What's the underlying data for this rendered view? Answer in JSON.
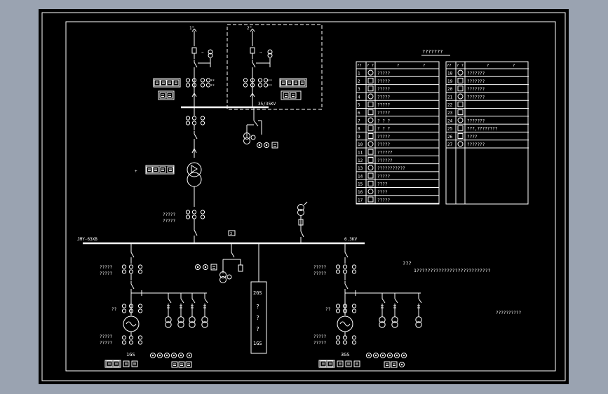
{
  "colors": {
    "background": "#9aa3b1",
    "sheet": "#000000",
    "line": "#ffffff"
  },
  "labels": {
    "feeder_left_top": "1\"",
    "feeder_right_top": "2\"",
    "bus_35kv": "35/35KV",
    "bus_6kv_left": "JMY-63XB",
    "bus_6kv_right": "6.3KV",
    "bus_marker": "3",
    "ct_left_a": "?????",
    "ct_left_b": "?????",
    "ct_mid_a": "?????",
    "ct_mid_b": "?????",
    "ct_right_a": "?????",
    "ct_right_b": "?????",
    "gen_left_a": "?????",
    "gen_left_b": "?????",
    "gen_right_a": "?????",
    "gen_right_b": "?????",
    "gen_left_tag": "??",
    "gen_right_tag": "??",
    "gen_left_name": "1GS",
    "gen_right_name": "3GS",
    "cabinet_top": "2GS",
    "cabinet_q1": "?",
    "cabinet_q2": "?",
    "cabinet_q3": "?",
    "cabinet_bottom": "1GS",
    "note_title": "???",
    "note_text": "1???????????????????????????",
    "note_bottom": "??????????"
  },
  "legend": {
    "title": "???????",
    "header_left": [
      "??",
      "?  ?",
      "?",
      "?"
    ],
    "header_right": [
      "??",
      "?  ?",
      "?",
      "?"
    ],
    "left_rows": [
      {
        "no": "1",
        "name": "?????"
      },
      {
        "no": "2",
        "name": "?????"
      },
      {
        "no": "3",
        "name": "?????"
      },
      {
        "no": "4",
        "name": "?????"
      },
      {
        "no": "5",
        "name": "?????"
      },
      {
        "no": "6",
        "name": "?????"
      },
      {
        "no": "7",
        "name": "?  ?  ?"
      },
      {
        "no": "8",
        "name": "?  ?  ?"
      },
      {
        "no": "9",
        "name": "?????"
      },
      {
        "no": "10",
        "name": "?????"
      },
      {
        "no": "11",
        "name": "??????"
      },
      {
        "no": "12",
        "name": "??????"
      },
      {
        "no": "13",
        "name": "???????????"
      },
      {
        "no": "14",
        "name": "?????"
      },
      {
        "no": "15",
        "name": "????"
      },
      {
        "no": "16",
        "name": "????"
      },
      {
        "no": "17",
        "name": "?????"
      }
    ],
    "right_rows": [
      {
        "no": "18",
        "name": "???????"
      },
      {
        "no": "19",
        "name": "???????"
      },
      {
        "no": "20",
        "name": "???????"
      },
      {
        "no": "21",
        "name": "???????"
      },
      {
        "no": "22",
        "name": ""
      },
      {
        "no": "23",
        "name": ""
      },
      {
        "no": "24",
        "name": "???????"
      },
      {
        "no": "25",
        "name": "???,????????"
      },
      {
        "no": "26",
        "name": "????"
      },
      {
        "no": "27",
        "name": "???????"
      }
    ]
  }
}
